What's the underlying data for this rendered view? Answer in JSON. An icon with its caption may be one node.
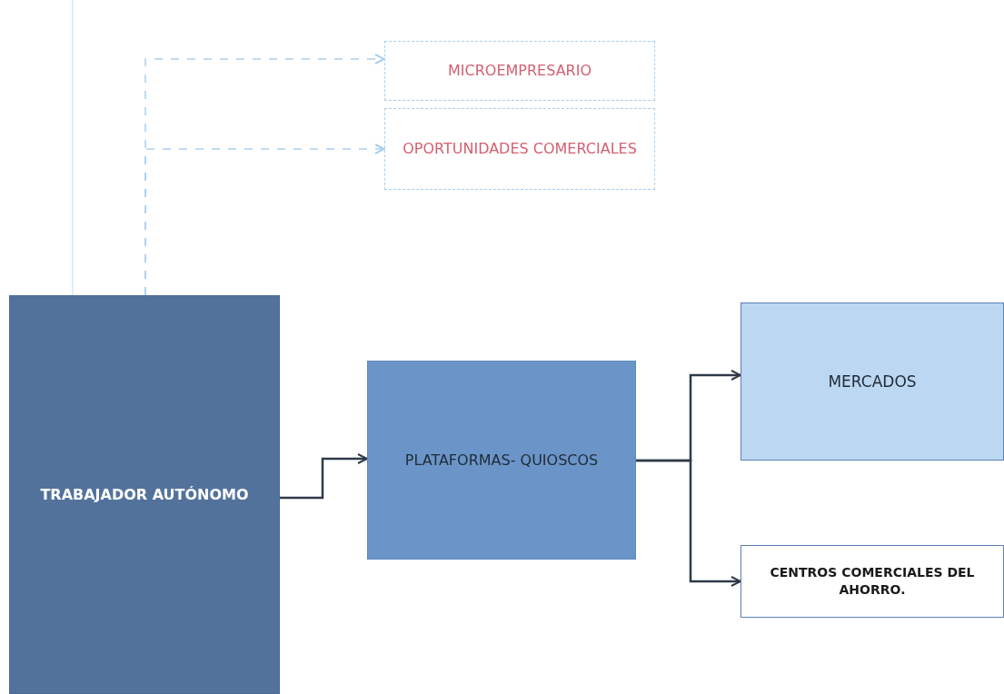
{
  "diagram": {
    "nodes": [
      {
        "text": [
          "MICROEMPRESARIO"
        ]
      },
      {
        "text": [
          "OPORTUNIDADES COMERCIALES"
        ]
      },
      {
        "text": [
          "TRABAJADOR AUTÓNOMO"
        ]
      },
      {
        "text": [
          "PLATAFORMAS- QUIOSCOS"
        ]
      },
      {
        "text": [
          "MERCADOS"
        ]
      },
      {
        "text": [
          "CENTROS COMERCIALES DEL AHORRO."
        ]
      }
    ],
    "edges": [
      {
        "from": 2,
        "to": 0,
        "arrow": "to",
        "style": "dashed",
        "color": "#a9cfee"
      },
      {
        "from": 2,
        "to": 1,
        "arrow": "to",
        "style": "dashed",
        "color": "#a9cfee"
      },
      {
        "from": 2,
        "to": 3,
        "arrow": "to"
      },
      {
        "from": 3,
        "to": 4,
        "arrow": "to"
      },
      {
        "from": 3,
        "to": 5,
        "arrow": "to"
      }
    ]
  }
}
